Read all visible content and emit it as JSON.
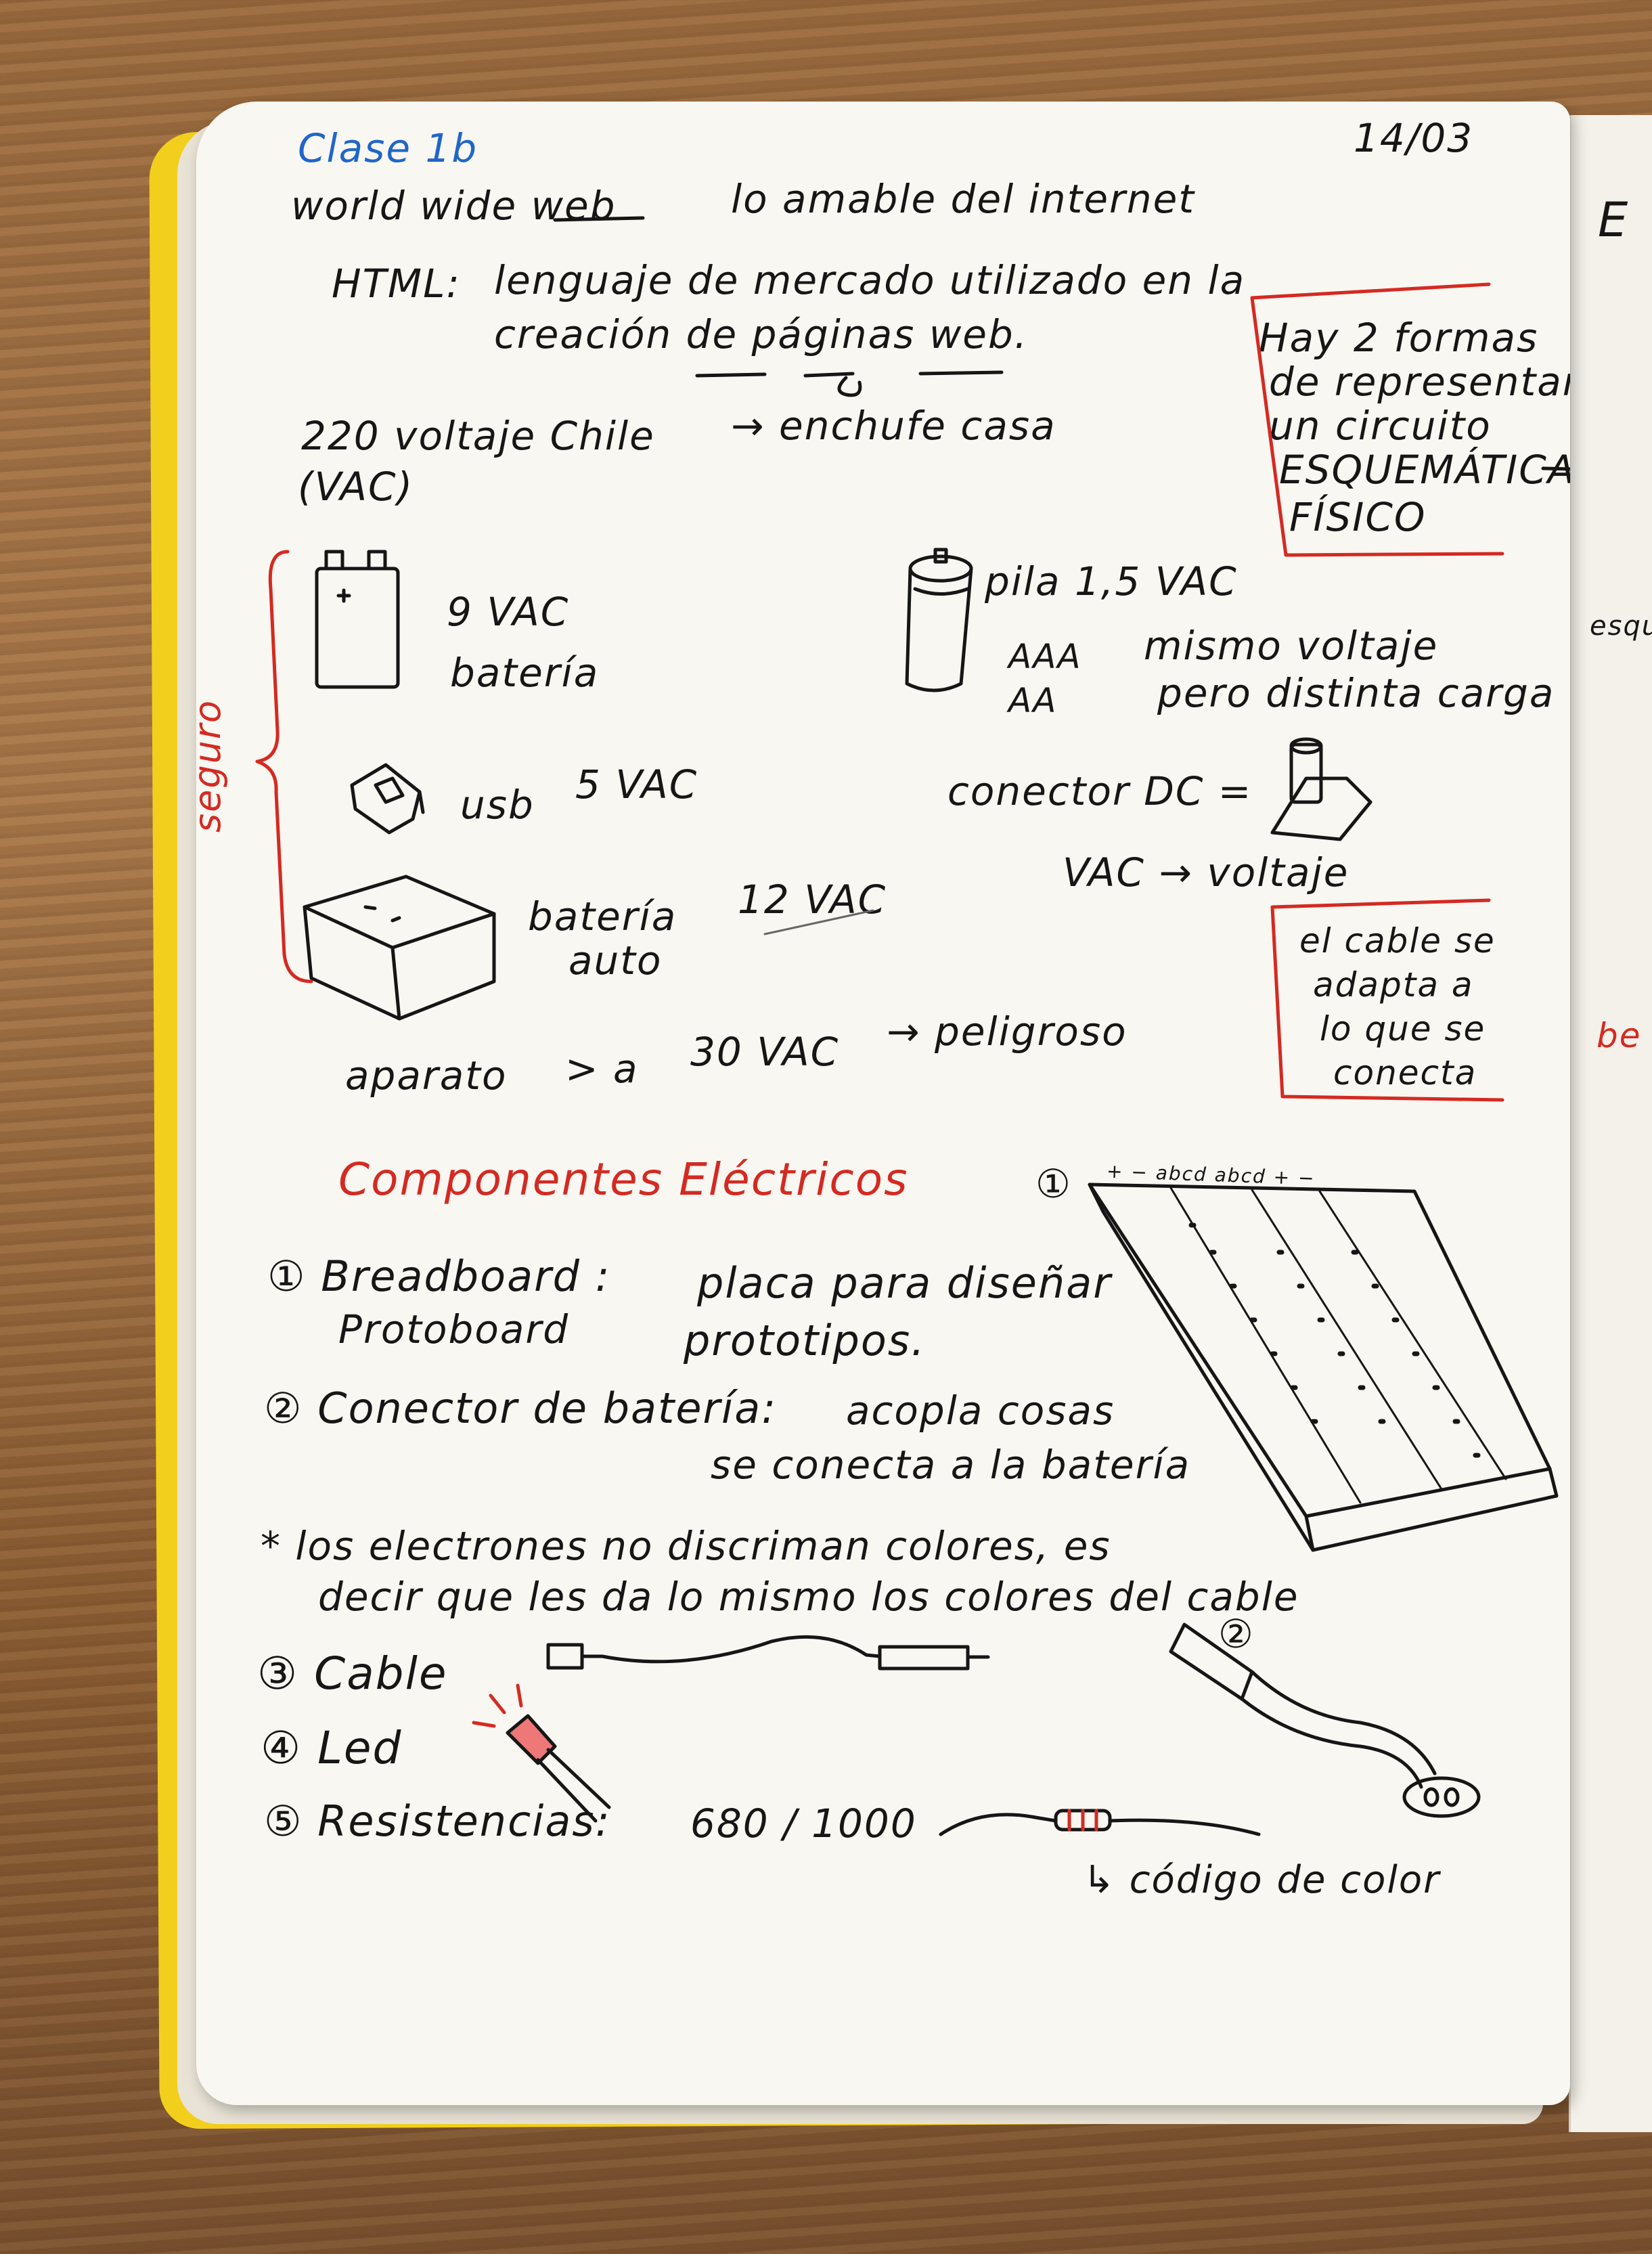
{
  "header": {
    "class": "Clase 1b",
    "date": "14/03"
  },
  "intro": {
    "www": "world wide web",
    "www_def": "lo amable del internet",
    "html_label": "HTML:",
    "html_def1": "lenguaje de mercado utilizado en la",
    "html_def2": "creación de páginas web."
  },
  "note_box": {
    "line1": "Hay 2 formas",
    "line2": "de representar",
    "line3": "un circuito",
    "line4": "ESQUEMÁTICA",
    "line5": "FÍSICO"
  },
  "voltage": {
    "chile1": "220 voltaje Chile",
    "chile_arrow": "→ enchufe casa",
    "chile2": "(VAC)",
    "battery9_v": "9 VAC",
    "battery9_label": "batería",
    "pila": "pila  1,5 VAC",
    "aaa": "AAA",
    "aa": "AA",
    "pila_note1": "mismo voltaje",
    "pila_note2": "pero distinta carga",
    "usb": "usb",
    "usb_v": "5 VAC",
    "dc": "conector DC =",
    "vac_def": "VAC → voltaje",
    "car1": "batería",
    "car2": "auto",
    "car_v": "12 VAC",
    "brace_label": "seguro",
    "danger_a": "aparato",
    "danger_b": "> a",
    "danger_c": "30 VAC",
    "danger_d": "→ peligroso"
  },
  "cable_box": {
    "line1": "el cable se",
    "line2": "adapta a",
    "line3": "lo que se",
    "line4": "conecta"
  },
  "components": {
    "title": "Componentes Eléctricos",
    "c1a": "① Breadboard :",
    "c1b": "placa para diseñar",
    "c1c": "Protoboard",
    "c1d": "prototipos.",
    "c2a": "② Conector de batería:",
    "c2b": "acopla cosas",
    "c2c": "se conecta a la batería",
    "note1": "* los electrones no discriman colores, es",
    "note2": "decir que les da lo mismo los colores del cable",
    "c3": "③ Cable",
    "c4": "④ Led",
    "c5": "⑤ Resistencias:",
    "res_values": "680 / 1000",
    "color_code": "↳ código de color",
    "fig1": "①",
    "fig2": "②",
    "bb_labels": "+  −  abcd  abcd  +  −"
  },
  "next_page": {
    "e": "E",
    "esq": "esqu",
    "be": "be"
  },
  "colors": {
    "ink": "#161616",
    "blue": "#1f66c9",
    "red": "#d42a22",
    "cover": "#f2cf1c"
  }
}
